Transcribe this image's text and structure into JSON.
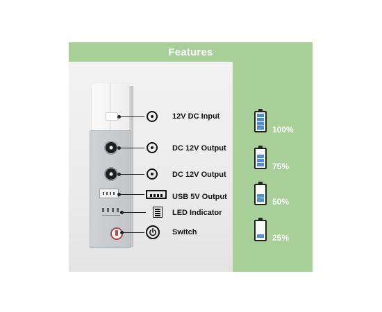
{
  "banner": {
    "title": "Features"
  },
  "features": [
    {
      "label": "12V DC Input",
      "icon": "dc-input-jack-icon"
    },
    {
      "label": "DC 12V Output",
      "icon": "dc-output-jack-icon"
    },
    {
      "label": "DC 12V Output",
      "icon": "dc-output-jack-icon"
    },
    {
      "label": "USB 5V Output",
      "icon": "usb-port-icon"
    },
    {
      "label": "LED Indicator",
      "icon": "led-indicator-icon"
    },
    {
      "label": "Switch",
      "icon": "power-switch-icon"
    }
  ],
  "battery_levels": [
    {
      "percent_label": "100%",
      "fill": 1.0
    },
    {
      "percent_label": "75%",
      "fill": 0.75
    },
    {
      "percent_label": "50%",
      "fill": 0.5
    },
    {
      "percent_label": "25%",
      "fill": 0.25
    }
  ],
  "colors": {
    "accent_green": "#a7cf97",
    "battery_blue": "#4f8fd6",
    "switch_red": "#b34a4a"
  }
}
